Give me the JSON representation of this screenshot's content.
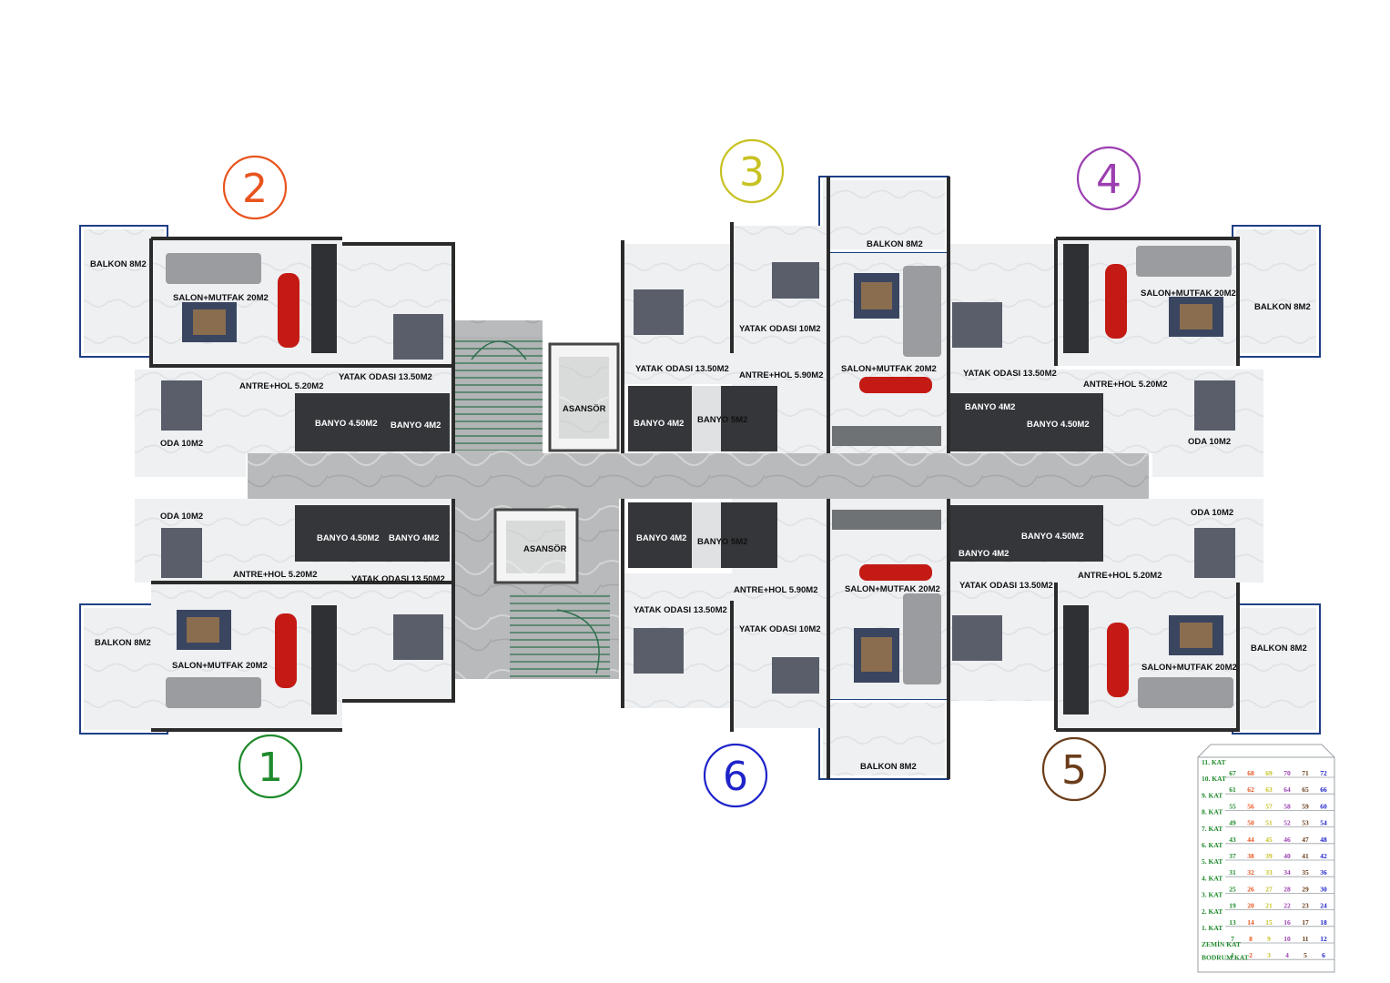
{
  "units": [
    {
      "number": "2",
      "color": "#e8541f"
    },
    {
      "number": "3",
      "color": "#c7c223"
    },
    {
      "number": "4",
      "color": "#9b3fb0"
    },
    {
      "number": "1",
      "color": "#1f8a2c"
    },
    {
      "number": "6",
      "color": "#1f24c9"
    },
    {
      "number": "5",
      "color": "#6b3d1a"
    }
  ],
  "rooms": {
    "u2": {
      "balkon": "BALKON 8M2",
      "salon": "SALON+MUTFAK 20M2",
      "yatak": "YATAK ODASI 13.50M2",
      "antre": "ANTRE+HOL 5.20M2",
      "banyo_a": "BANYO 4.50M2",
      "banyo_b": "BANYO 4M2",
      "oda": "ODA 10M2"
    },
    "u1": {
      "oda": "ODA 10M2",
      "banyo_a": "BANYO 4.50M2",
      "banyo_b": "BANYO 4M2",
      "antre": "ANTRE+HOL 5.20M2",
      "yatak": "YATAK ODASI 13.50M2",
      "balkon": "BALKON 8M2",
      "salon": "SALON+MUTFAK 20M2"
    },
    "u3": {
      "balkon": "BALKON 8M2",
      "yatak_small": "YATAK ODASI 10M2",
      "yatak": "YATAK ODASI 13.50M2",
      "antre": "ANTRE+HOL 5.90M2",
      "salon": "SALON+MUTFAK 20M2",
      "banyo_a": "BANYO 4M2",
      "banyo_b": "BANYO 5M2"
    },
    "u6": {
      "banyo_a": "BANYO 4M2",
      "banyo_b": "BANYO 5M2",
      "antre": "ANTRE+HOL 5.90M2",
      "salon": "SALON+MUTFAK 20M2",
      "yatak": "YATAK ODASI 13.50M2",
      "yatak_small": "YATAK ODASI 10M2",
      "balkon": "BALKON 8M2"
    },
    "u4": {
      "yatak": "YATAK ODASI 13.50M2",
      "salon": "SALON+MUTFAK 20M2",
      "balkon": "BALKON 8M2",
      "antre": "ANTRE+HOL 5.20M2",
      "banyo_a": "BANYO 4M2",
      "banyo_b": "BANYO 4.50M2",
      "oda": "ODA 10M2"
    },
    "u5": {
      "oda": "ODA 10M2",
      "banyo_a": "BANYO 4M2",
      "banyo_b": "BANYO 4.50M2",
      "yatak": "YATAK ODASI 13.50M2",
      "antre": "ANTRE+HOL 5.20M2",
      "salon": "SALON+MUTFAK 20M2",
      "balkon": "BALKON 8M2"
    },
    "elevator_top": "ASANSÖR",
    "elevator_bottom": "ASANSÖR"
  },
  "floor_table": {
    "floors": [
      "11. KAT",
      "10. KAT",
      "9. KAT",
      "8. KAT",
      "7. KAT",
      "6. KAT",
      "5. KAT",
      "4. KAT",
      "3. KAT",
      "2. KAT",
      "1. KAT",
      "ZEMİN KAT",
      "BODRUM KAT"
    ],
    "rows": [
      [
        "67",
        "68",
        "69",
        "70",
        "71",
        "72"
      ],
      [
        "61",
        "62",
        "63",
        "64",
        "65",
        "66"
      ],
      [
        "55",
        "56",
        "57",
        "58",
        "59",
        "60"
      ],
      [
        "49",
        "50",
        "51",
        "52",
        "53",
        "54"
      ],
      [
        "43",
        "44",
        "45",
        "46",
        "47",
        "48"
      ],
      [
        "37",
        "38",
        "39",
        "40",
        "41",
        "42"
      ],
      [
        "31",
        "32",
        "33",
        "34",
        "35",
        "36"
      ],
      [
        "25",
        "26",
        "27",
        "28",
        "29",
        "30"
      ],
      [
        "19",
        "20",
        "21",
        "22",
        "23",
        "24"
      ],
      [
        "13",
        "14",
        "15",
        "16",
        "17",
        "18"
      ],
      [
        "7",
        "8",
        "9",
        "10",
        "11",
        "12"
      ],
      [
        "1",
        "2",
        "3",
        "4",
        "5",
        "6"
      ]
    ],
    "column_colors": [
      "#1f8a2c",
      "#e8541f",
      "#c7c223",
      "#9b3fb0",
      "#6b3d1a",
      "#1f24c9"
    ]
  }
}
